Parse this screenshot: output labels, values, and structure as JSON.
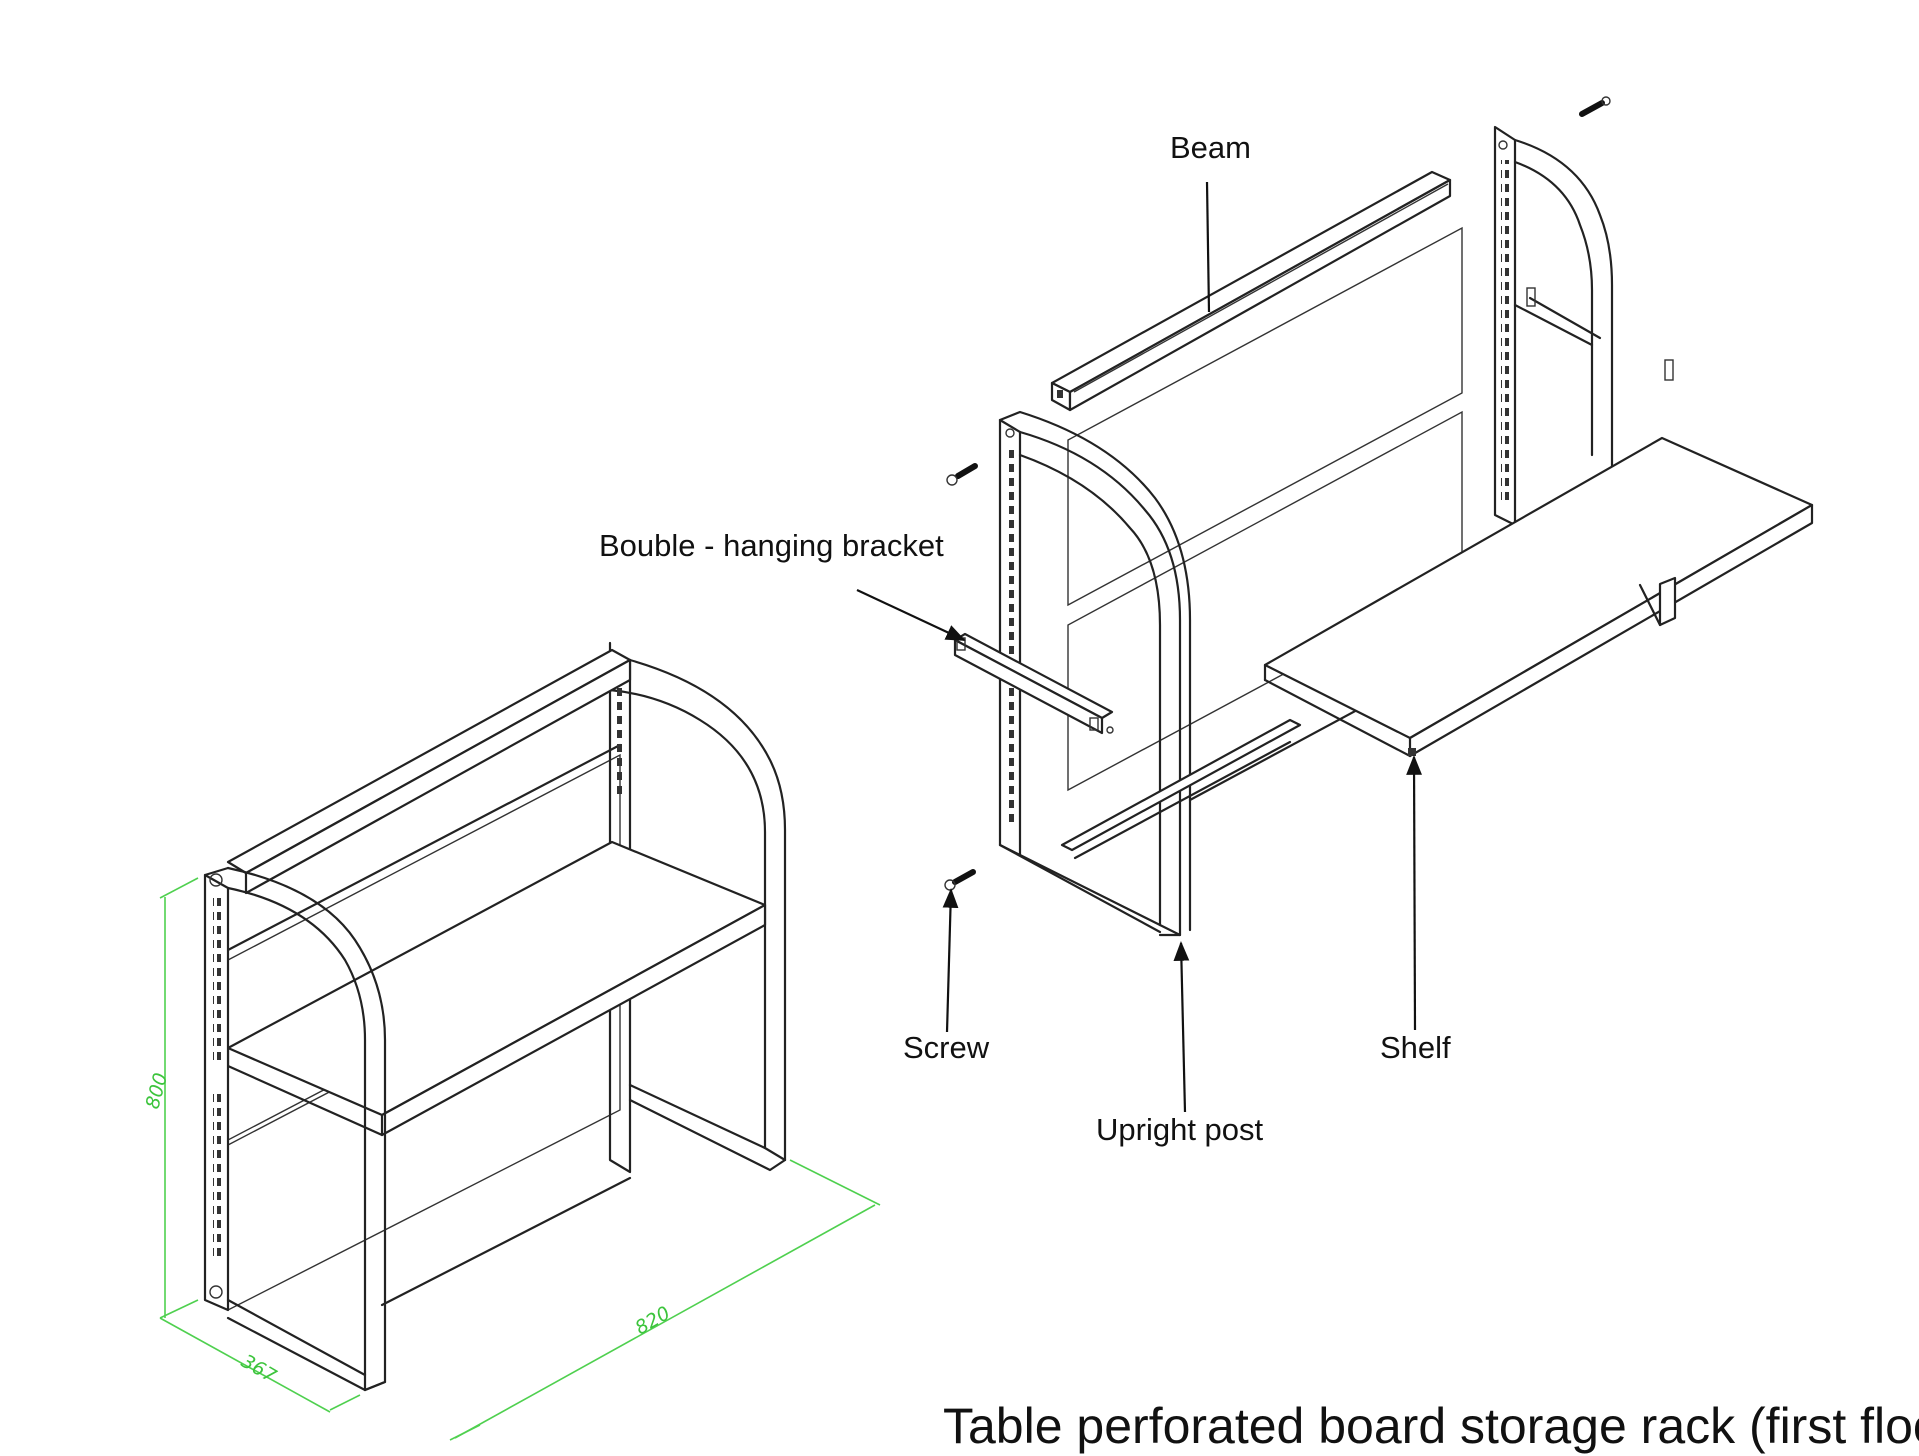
{
  "title": "Table perforated board storage rack (first floor)",
  "labels": {
    "beam": "Beam",
    "bracket": "Bouble - hanging bracket",
    "screw": "Screw",
    "upright": "Upright post",
    "shelf": "Shelf"
  },
  "dimensions": {
    "height": "800",
    "depth": "367",
    "width": "820"
  },
  "colors": {
    "line": "#222222",
    "dimension": "#4fd04f"
  }
}
